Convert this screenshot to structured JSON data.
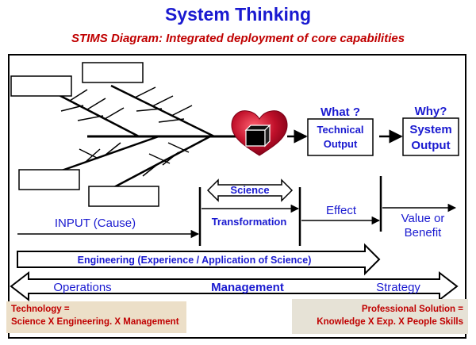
{
  "header": {
    "title": "System Thinking",
    "subtitle": "STIMS Diagram: Integrated deployment of core capabilities"
  },
  "diagram": {
    "what_label": "What ?",
    "technical_output": [
      "Technical",
      "Output"
    ],
    "why_label": "Why?",
    "system_output": [
      "System",
      "Output"
    ],
    "science": "Science",
    "transformation": "Transformation",
    "input": "INPUT (Cause)",
    "effect": "Effect",
    "value": [
      "Value or",
      "Benefit"
    ],
    "engineering": "Engineering (Experience / Application of Science)",
    "operations": "Operations",
    "management": "Management",
    "strategy": "Strategy"
  },
  "notes": {
    "left": [
      "Technology =",
      "Science X Engineering. X Management"
    ],
    "right": [
      "Professional Solution  =",
      "Knowledge X Exp. X People Skills"
    ]
  },
  "colors": {
    "blue_text": "#1a1ad0",
    "red_text": "#c00000",
    "heart": "#c0102a"
  }
}
